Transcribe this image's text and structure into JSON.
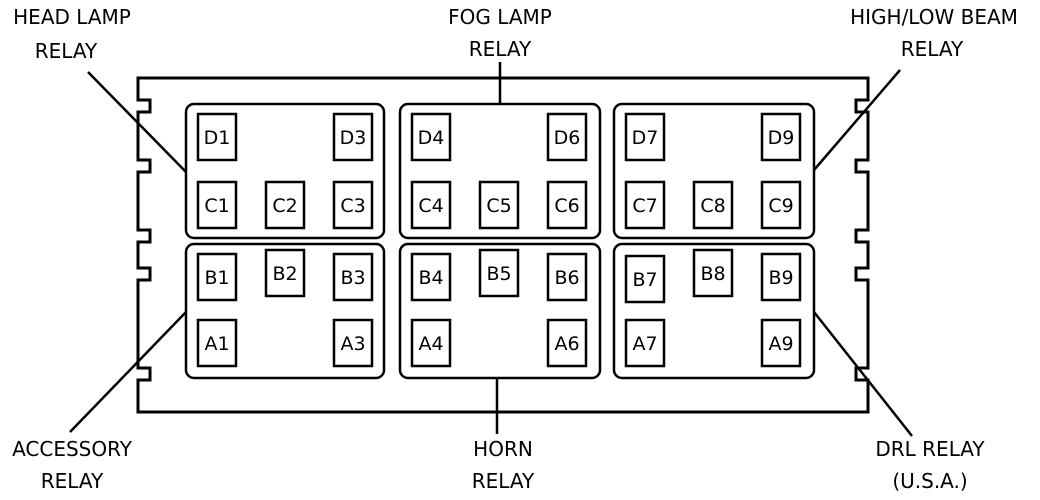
{
  "labels": {
    "head_lamp": [
      "HEAD LAMP",
      "RELAY"
    ],
    "fog_lamp": [
      "FOG LAMP",
      "RELAY"
    ],
    "high_low_beam": [
      "HIGH/LOW BEAM",
      "RELAY"
    ],
    "accessory": [
      "ACCESSORY",
      "RELAY"
    ],
    "horn": [
      "HORN",
      "RELAY"
    ],
    "drl": [
      "DRL RELAY",
      "(U.S.A.)"
    ]
  },
  "terminals": {
    "row_d": [
      "D1",
      "D3",
      "D4",
      "D6",
      "D7",
      "D9"
    ],
    "row_c": [
      "C1",
      "C2",
      "C3",
      "C4",
      "C5",
      "C6",
      "C7",
      "C8",
      "C9"
    ],
    "row_b": [
      "B1",
      "B2",
      "B3",
      "B4",
      "B5",
      "B6",
      "B7",
      "B8",
      "B9"
    ],
    "row_a": [
      "A1",
      "A3",
      "A4",
      "A6",
      "A7",
      "A9"
    ]
  }
}
